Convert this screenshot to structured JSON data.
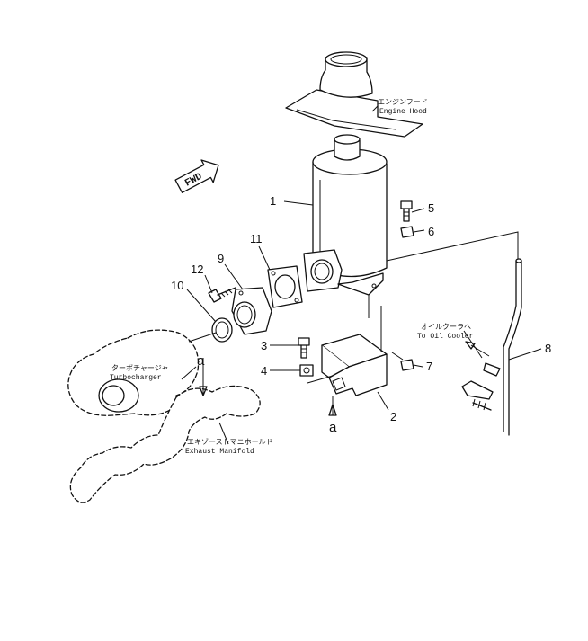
{
  "callouts": {
    "c1": "1",
    "c2": "2",
    "c3": "3",
    "c4": "4",
    "c5": "5",
    "c6": "6",
    "c7": "7",
    "c8": "8",
    "c9": "9",
    "c10": "10",
    "c11": "11",
    "c12": "12"
  },
  "labels": {
    "engine_hood_jp": "エンジンフード",
    "engine_hood_en": "Engine Hood",
    "turbocharger_jp": "ターボチャージャ",
    "turbocharger_en": "Turbocharger",
    "exhaust_manifold_jp": "エキゾーストマニホールド",
    "exhaust_manifold_en": "Exhaust Manifold",
    "oil_cooler_jp": "オイルクーラへ",
    "oil_cooler_en": "To Oil Cooler"
  },
  "markers": {
    "a_top": "a",
    "a_bottom": "a",
    "fwd": "FWD"
  }
}
